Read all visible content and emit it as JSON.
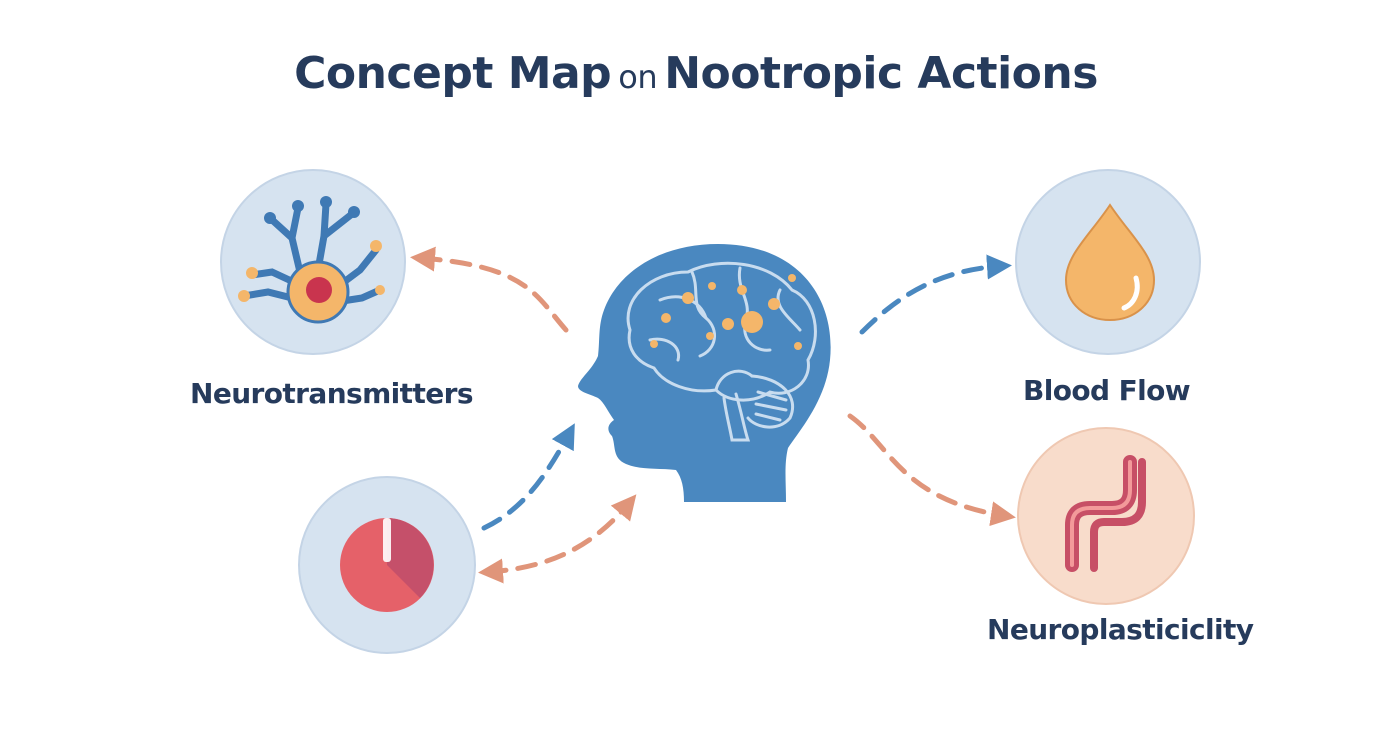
{
  "title": {
    "part1": "Concept Map",
    "part2": "on",
    "part3": "Nootropic Actions"
  },
  "nodes": {
    "neurotransmitters": {
      "label": "Neurotransmitters",
      "icon": "neuron-icon"
    },
    "blood_flow": {
      "label": "Blood Flow",
      "icon": "droplet-icon"
    },
    "neuroplasticity": {
      "label": "Neuroplasticiclity",
      "icon": "pathway-icon"
    },
    "gauge": {
      "icon": "gauge-icon"
    },
    "center": {
      "icon": "brain-head-icon"
    }
  },
  "colors": {
    "navy_text": "#263b5c",
    "head_blue": "#4a88c0",
    "circle_blue": "#d6e3f0",
    "circle_peach": "#f8dccb",
    "arrow_orange": "#e0957a",
    "arrow_blue": "#4a88c0",
    "amber": "#f4b66a",
    "red": "#e56169"
  }
}
